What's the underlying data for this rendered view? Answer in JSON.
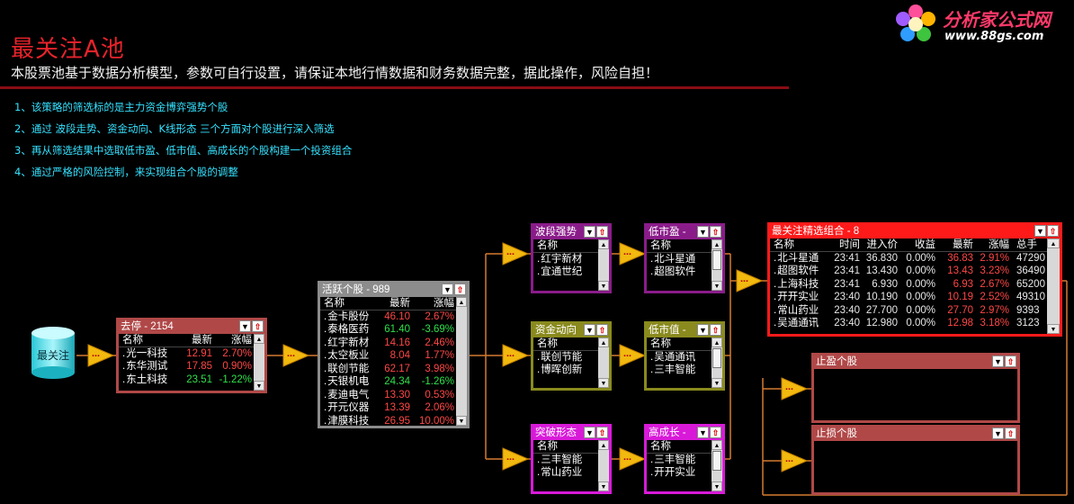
{
  "page": {
    "title": "最关注A池",
    "subtitle": "本股票池基于数据分析模型，参数可自行设置，请保证本地行情数据和财务数据完整，据此操作，风险自担！",
    "descriptions": [
      "1、该策略的筛选标的是主力资金博弈强势个股",
      "2、通过 波段走势、资金动向、K线形态 三个方面对个股进行深入筛选",
      "3、再从筛选结果中选取低市盈、低市值、高成长的个股构建一个投资组合",
      "4、通过严格的风险控制，来实现组合个股的调整"
    ]
  },
  "brand": {
    "name": "分析家公式网",
    "url": "www.88gs.com"
  },
  "source": {
    "label": "最关注"
  },
  "node_label": "…",
  "controls": {
    "dropdown": "▼",
    "up": "⇧",
    "scroll_up": "▲",
    "scroll_down": "▼"
  },
  "colors": {
    "red_panel": "#b04848",
    "gray_panel": "#8c8c8c",
    "purple_panel": "#8a1c8a",
    "olive_panel": "#8a8a1e",
    "magenta_panel": "#d81ad8",
    "portfolio_panel": "#ff1a1a",
    "text_up": "#ff4646",
    "text_down": "#2fe04a",
    "node_fill": "#f2b90f"
  },
  "panels": {
    "zhangting": {
      "title": "去停 - 2154",
      "headers": [
        "名称",
        "最新",
        "涨幅"
      ],
      "rows": [
        {
          "name": "光一科技",
          "last": "12.91",
          "chg": "2.70%",
          "dir": "up"
        },
        {
          "name": "东华测试",
          "last": "17.85",
          "chg": "0.90%",
          "dir": "up"
        },
        {
          "name": "东土科技",
          "last": "23.51",
          "chg": "-1.22%",
          "dir": "down"
        }
      ]
    },
    "huoyue": {
      "title": "活跃个股 - 989",
      "headers": [
        "名称",
        "最新",
        "涨幅"
      ],
      "rows": [
        {
          "name": "金卡股份",
          "last": "46.10",
          "chg": "2.67%",
          "dir": "up"
        },
        {
          "name": "泰格医药",
          "last": "61.40",
          "chg": "-3.69%",
          "dir": "down"
        },
        {
          "name": "红宇新材",
          "last": "14.16",
          "chg": "2.46%",
          "dir": "up"
        },
        {
          "name": "太空板业",
          "last": "8.04",
          "chg": "1.77%",
          "dir": "up"
        },
        {
          "name": "联创节能",
          "last": "62.17",
          "chg": "3.98%",
          "dir": "up"
        },
        {
          "name": "天银机电",
          "last": "24.34",
          "chg": "-1.26%",
          "dir": "down"
        },
        {
          "name": "麦迪电气",
          "last": "13.30",
          "chg": "0.53%",
          "dir": "up"
        },
        {
          "name": "开元仪器",
          "last": "13.39",
          "chg": "2.06%",
          "dir": "up"
        },
        {
          "name": "津膜科技",
          "last": "26.95",
          "chg": "10.00%",
          "dir": "up"
        }
      ]
    },
    "boduan": {
      "title": "波段强势",
      "headers": [
        "名称"
      ],
      "rows": [
        {
          "name": "红宇新材"
        },
        {
          "name": "宜通世纪"
        }
      ]
    },
    "zijin": {
      "title": "资金动向",
      "headers": [
        "名称"
      ],
      "rows": [
        {
          "name": "联创节能"
        },
        {
          "name": "博晖创新"
        }
      ]
    },
    "tupo": {
      "title": "突破形态",
      "headers": [
        "名称"
      ],
      "rows": [
        {
          "name": "三丰智能"
        },
        {
          "name": "常山药业"
        }
      ]
    },
    "dishiying": {
      "title": "低市盈 -",
      "headers": [
        "名称"
      ],
      "rows": [
        {
          "name": "北斗星通"
        },
        {
          "name": "超图软件"
        }
      ]
    },
    "dishizhi": {
      "title": "低市值 -",
      "headers": [
        "名称"
      ],
      "rows": [
        {
          "name": "吴通通讯"
        },
        {
          "name": "三丰智能"
        }
      ]
    },
    "gaochengzhang": {
      "title": "高成长 -",
      "headers": [
        "名称"
      ],
      "rows": [
        {
          "name": "三丰智能"
        },
        {
          "name": "开开实业"
        }
      ]
    },
    "portfolio": {
      "title": "最关注精选组合 - 8",
      "headers": [
        "名称",
        "时间",
        "进入价",
        "收益",
        "最新",
        "涨幅",
        "总手"
      ],
      "rows": [
        {
          "name": "北斗星通",
          "time": "23:41",
          "entry": "36.830",
          "gain": "0.00%",
          "last": "36.83",
          "chg": "2.91%",
          "vol": "47290"
        },
        {
          "name": "超图软件",
          "time": "23:41",
          "entry": "13.430",
          "gain": "0.00%",
          "last": "13.43",
          "chg": "3.23%",
          "vol": "36490"
        },
        {
          "name": "上海科技",
          "time": "23:41",
          "entry": "6.930",
          "gain": "0.00%",
          "last": "6.93",
          "chg": "2.67%",
          "vol": "65200"
        },
        {
          "name": "开开实业",
          "time": "23:40",
          "entry": "10.190",
          "gain": "0.00%",
          "last": "10.19",
          "chg": "2.52%",
          "vol": "49310"
        },
        {
          "name": "常山药业",
          "time": "23:40",
          "entry": "27.700",
          "gain": "0.00%",
          "last": "27.70",
          "chg": "2.97%",
          "vol": "9393"
        },
        {
          "name": "吴通通讯",
          "time": "23:40",
          "entry": "12.980",
          "gain": "0.00%",
          "last": "12.98",
          "chg": "3.18%",
          "vol": "3123"
        }
      ]
    },
    "zhiying": {
      "title": "止盈个股",
      "headers": [],
      "rows": []
    },
    "zhisun": {
      "title": "止损个股",
      "headers": [],
      "rows": []
    }
  }
}
